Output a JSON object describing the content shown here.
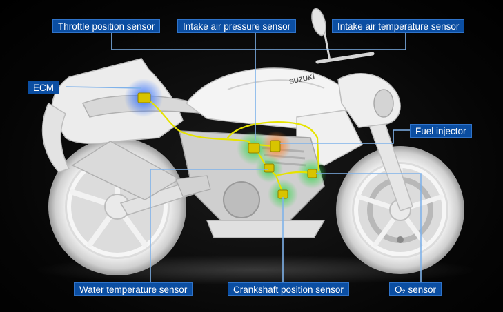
{
  "labels": {
    "throttle_position_sensor": "Throttle position sensor",
    "intake_air_pressure_sensor": "Intake air pressure sensor",
    "intake_air_temperature_sensor": "Intake air temperature sensor",
    "ecm": "ECM",
    "fuel_injector": "Fuel injector",
    "water_temperature_sensor": "Water temperature sensor",
    "crankshaft_position_sensor": "Crankshaft position sensor",
    "o2_sensor": "O₂ sensor"
  },
  "tank_brand": "SUZUKI",
  "colors": {
    "label_bg": "#0b4ea2",
    "leader_line": "#7fb2ea",
    "harness": "#e6e300",
    "glow_blue": "#2a6bff",
    "glow_green": "#35d64a",
    "glow_orange": "#ff7a1a"
  }
}
